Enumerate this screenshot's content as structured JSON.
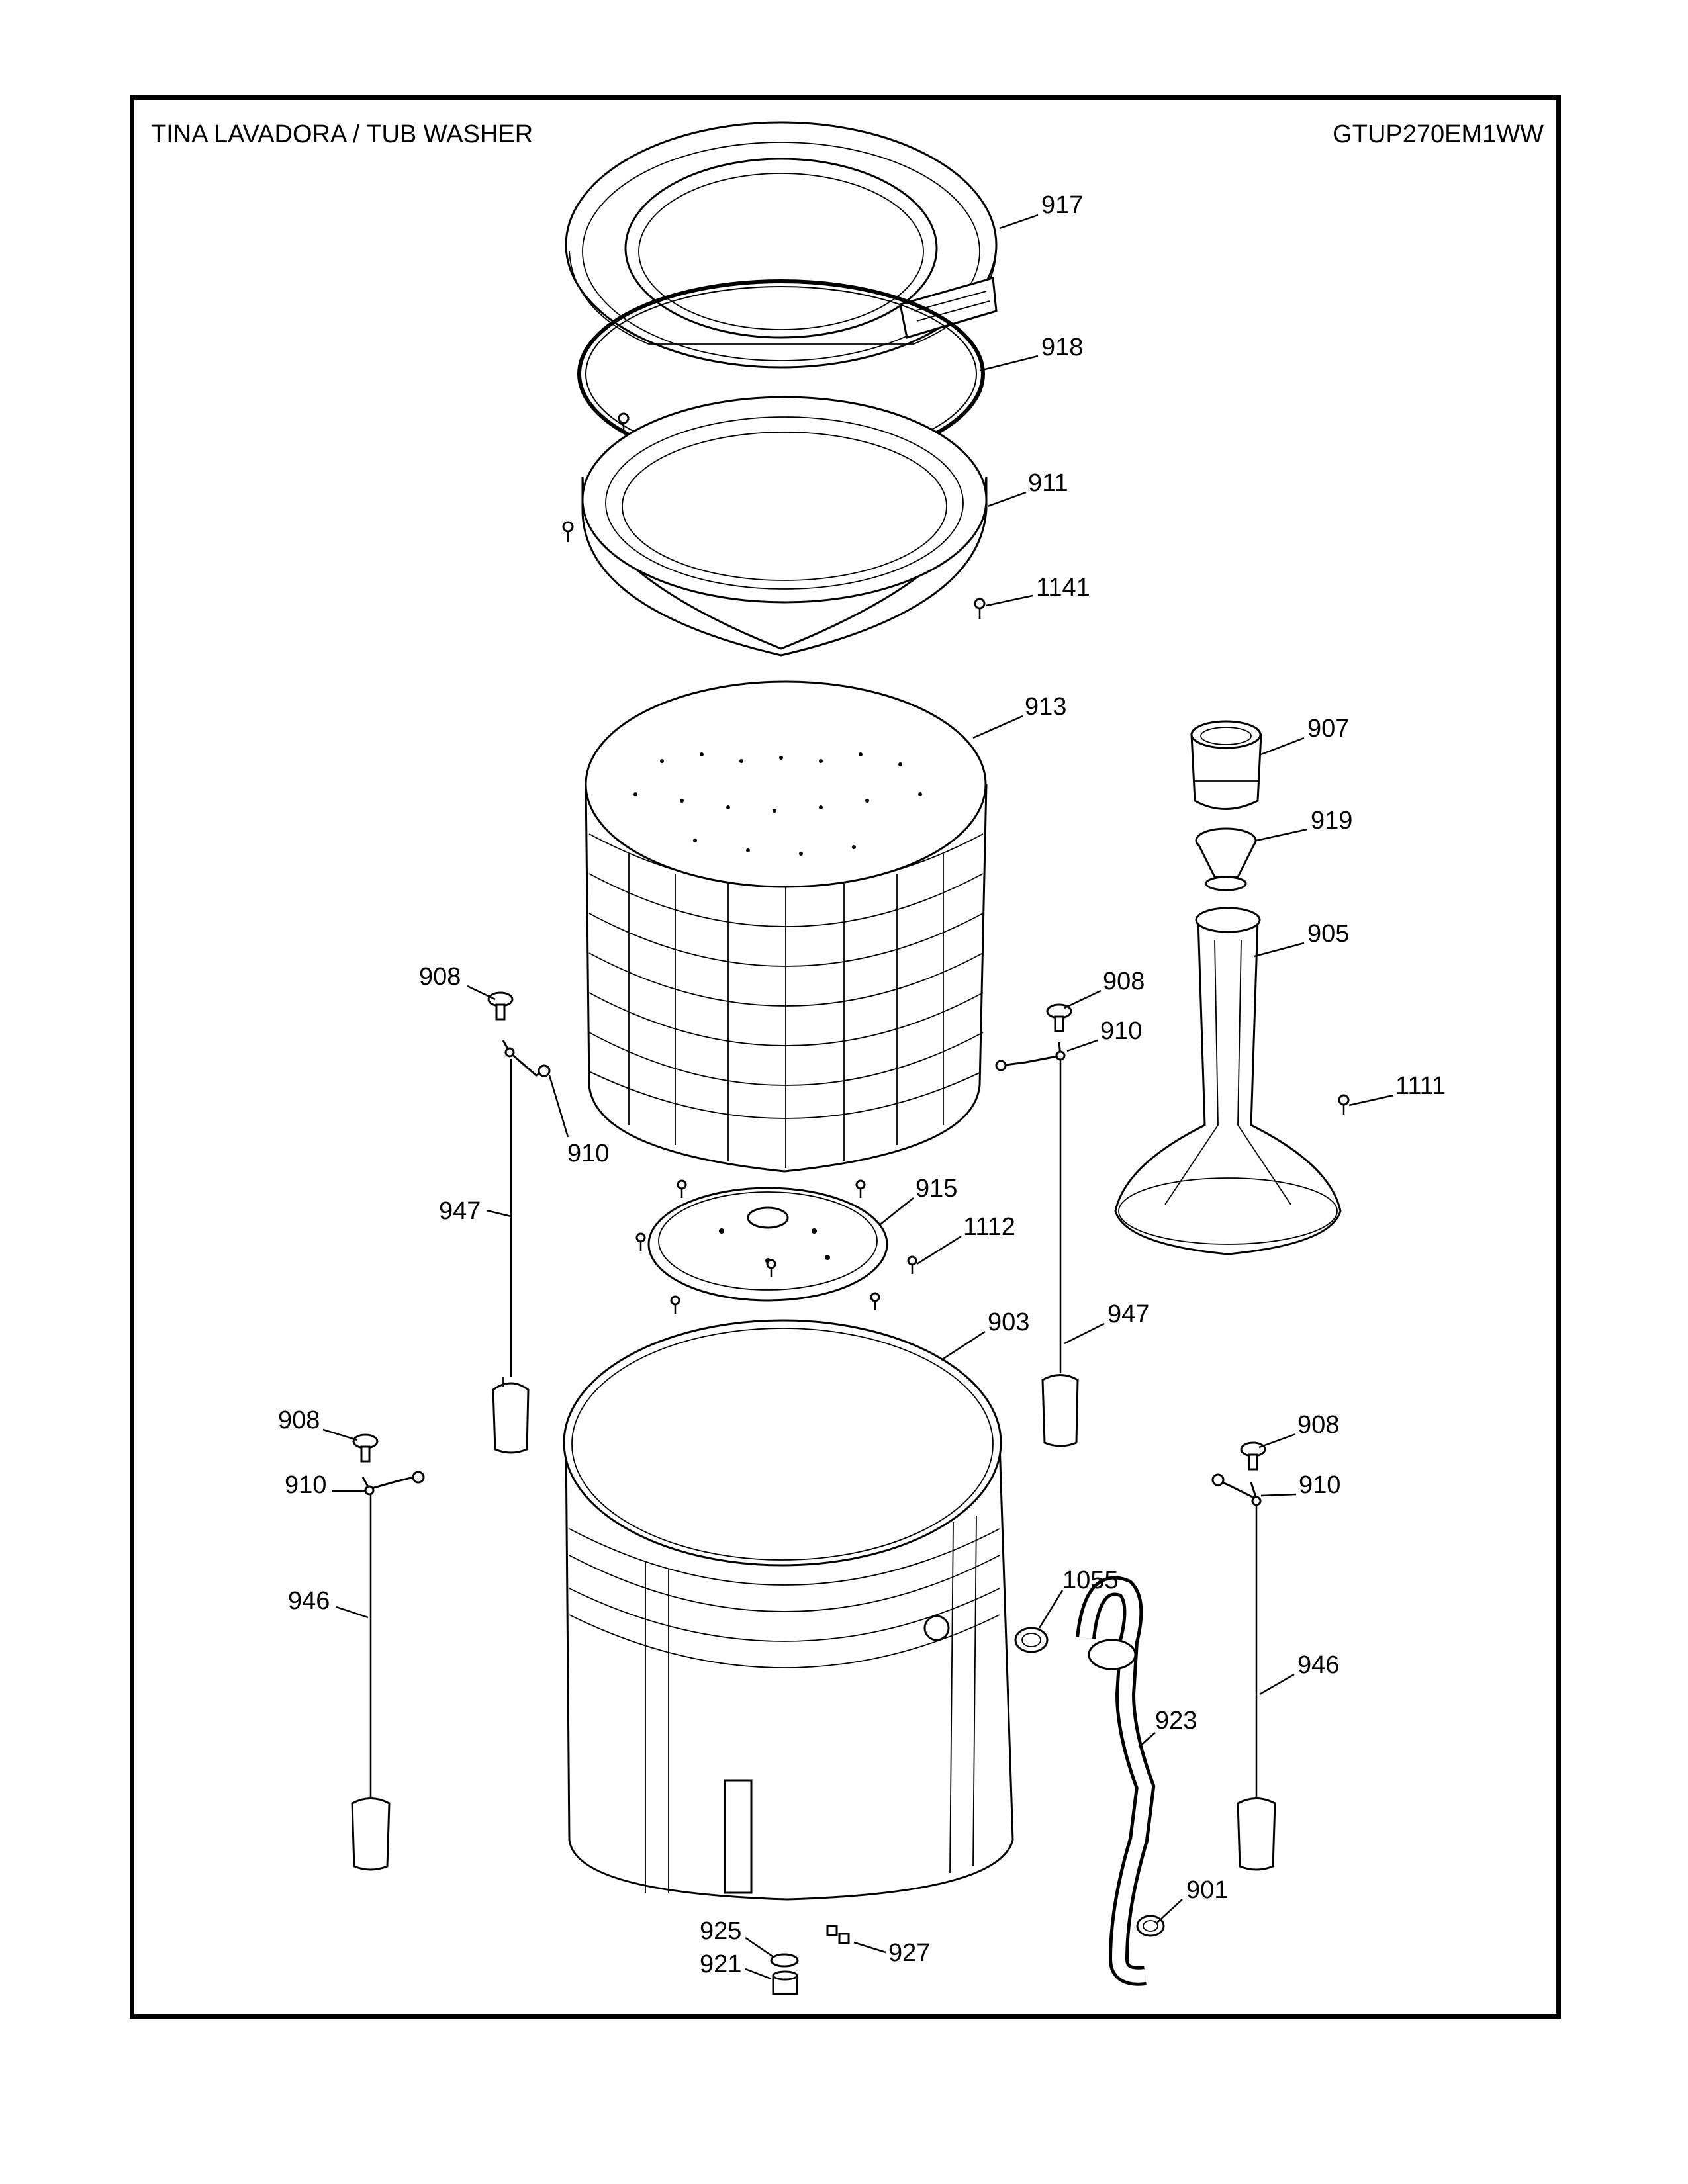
{
  "header": {
    "title": "TINA LAVADORA / TUB WASHER",
    "model": "GTUP270EM1WW"
  },
  "parts": [
    {
      "id": "917"
    },
    {
      "id": "918"
    },
    {
      "id": "911"
    },
    {
      "id": "1141"
    },
    {
      "id": "913"
    },
    {
      "id": "907"
    },
    {
      "id": "919"
    },
    {
      "id": "905"
    },
    {
      "id": "1111"
    },
    {
      "id": "908",
      "where": "left-upper"
    },
    {
      "id": "908",
      "where": "right-upper"
    },
    {
      "id": "910",
      "where": "left-upper"
    },
    {
      "id": "910",
      "where": "right-upper"
    },
    {
      "id": "947",
      "where": "left"
    },
    {
      "id": "947",
      "where": "right"
    },
    {
      "id": "915"
    },
    {
      "id": "1112"
    },
    {
      "id": "903"
    },
    {
      "id": "908",
      "where": "left-lower"
    },
    {
      "id": "908",
      "where": "right-lower"
    },
    {
      "id": "910",
      "where": "left-lower"
    },
    {
      "id": "910",
      "where": "right-lower"
    },
    {
      "id": "946",
      "where": "left"
    },
    {
      "id": "946",
      "where": "right"
    },
    {
      "id": "1055"
    },
    {
      "id": "923"
    },
    {
      "id": "901"
    },
    {
      "id": "925"
    },
    {
      "id": "921"
    },
    {
      "id": "927"
    }
  ]
}
